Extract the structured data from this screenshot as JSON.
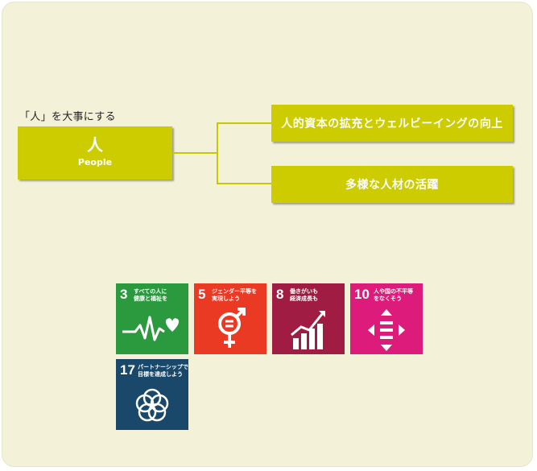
{
  "caption": "「人」を大事にする",
  "main": {
    "title": "人",
    "subtitle": "People"
  },
  "items": [
    {
      "label": "人的資本の拡充とウェルビーイングの向上"
    },
    {
      "label": "多様な人材の活躍"
    }
  ],
  "sdgs": [
    {
      "number": "3",
      "text": "すべての人に\n健康と福祉を",
      "color": "#2b9a3f",
      "icon": "heartbeat-icon"
    },
    {
      "number": "5",
      "text": "ジェンダー平等を\n実現しよう",
      "color": "#ea3a24",
      "icon": "gender-equality-icon"
    },
    {
      "number": "8",
      "text": "働きがいも\n経済成長も",
      "color": "#a01c43",
      "icon": "growth-chart-icon"
    },
    {
      "number": "10",
      "text": "人や国の不平等\nをなくそう",
      "color": "#dd1b7a",
      "icon": "reduced-inequality-icon"
    },
    {
      "number": "17",
      "text": "パートナーシップで\n目標を達成しよう",
      "color": "#19486a",
      "icon": "partnership-rings-icon"
    }
  ],
  "colors": {
    "accent": "#cccc00",
    "panel": "#f3f2d9",
    "connector": "#c8c800"
  }
}
